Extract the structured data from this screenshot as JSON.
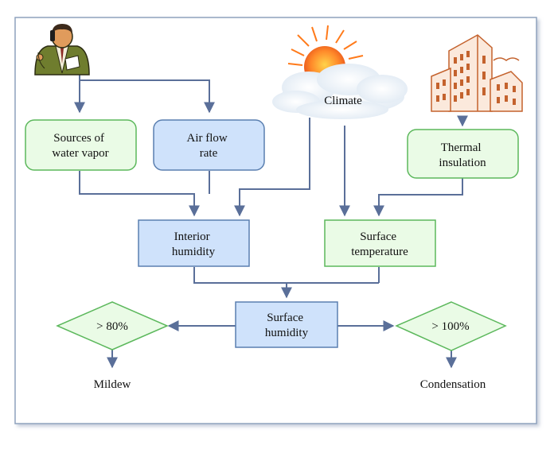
{
  "nodes": {
    "sources": [
      "Sources of",
      "water vapor"
    ],
    "airflow": [
      "Air flow",
      "rate"
    ],
    "thermal": [
      "Thermal",
      "insulation"
    ],
    "interior": [
      "Interior",
      "humidity"
    ],
    "surface_temp": [
      "Surface",
      "temperature"
    ],
    "surface_humidity": [
      "Surface",
      "humidity"
    ],
    "climate": "Climate"
  },
  "decisions": {
    "mildew_threshold": "> 80%",
    "condensation_threshold": "> 100%"
  },
  "outcomes": {
    "mildew": "Mildew",
    "condensation": "Condensation"
  },
  "colors": {
    "green_fill": "#eafbe6",
    "green_stroke": "#5cb85c",
    "blue_fill": "#cfe2fb",
    "blue_stroke": "#5a7fb0",
    "arrow": "#5a6f99",
    "frame": "#8fa2bd"
  },
  "icons": [
    "person-on-phone-icon",
    "sun-cloud-icon",
    "office-building-icon"
  ]
}
